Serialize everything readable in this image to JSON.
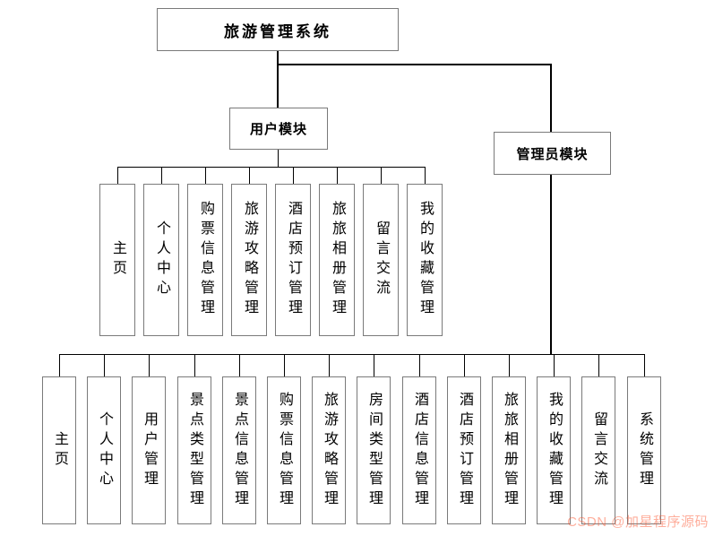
{
  "diagram": {
    "root_label": "旅游管理系统",
    "user_module_label": "用户模块",
    "admin_module_label": "管理员模块",
    "user_children": [
      "主页",
      "个人中心",
      "购票信息管理",
      "旅游攻略管理",
      "酒店预订管理",
      "旅旅相册管理",
      "留言交流",
      "我的收藏管理"
    ],
    "admin_children": [
      "主页",
      "个人中心",
      "用户管理",
      "景点类型管理",
      "景点信息管理",
      "购票信息管理",
      "旅游攻略管理",
      "房间类型管理",
      "酒店信息管理",
      "酒店预订管理",
      "旅旅相册管理",
      "我的收藏管理",
      "留言交流",
      "系统管理"
    ]
  },
  "watermark": {
    "text": "CSDN @加星程序源码",
    "color": "#fc5531"
  }
}
